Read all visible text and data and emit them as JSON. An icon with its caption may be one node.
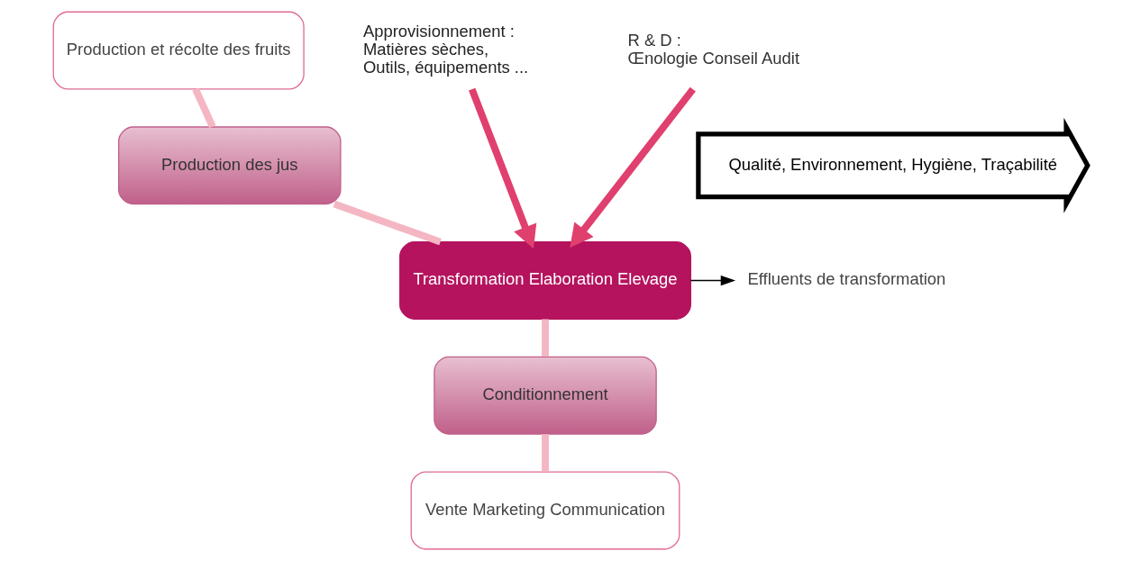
{
  "diagram": {
    "nodes": [
      {
        "text": [
          "Production et récolte des fruits"
        ]
      },
      {
        "text": [
          "Production des jus"
        ]
      },
      {
        "text": [
          "Transformation Elaboration Elevage"
        ]
      },
      {
        "text": [
          "Conditionnement"
        ]
      },
      {
        "text": [
          "Vente Marketing Communication"
        ]
      },
      {
        "text": [
          "Approvisionnement :",
          "Matières sèches,",
          "Outils, équipements ..."
        ]
      },
      {
        "text": [
          "R & D :",
          "Œnologie Conseil Audit"
        ]
      },
      {
        "text": [
          "Effluents de transformation"
        ]
      },
      {
        "text": [
          "Qualité, Environnement, Hygiène, Traçabilité"
        ]
      }
    ],
    "edges": [
      {
        "from": 0,
        "to": 1,
        "arrow": "none",
        "color": "#f4b6c2"
      },
      {
        "from": 1,
        "to": 2,
        "arrow": "none",
        "color": "#f4b6c2"
      },
      {
        "from": 2,
        "to": 3,
        "arrow": "none",
        "color": "#f4b6c2"
      },
      {
        "from": 3,
        "to": 4,
        "arrow": "none",
        "color": "#f4b6c2"
      },
      {
        "from": 5,
        "to": 2,
        "arrow": "to",
        "color": "#e0406e"
      },
      {
        "from": 6,
        "to": 2,
        "arrow": "to",
        "color": "#e0406e"
      },
      {
        "from": 2,
        "to": 7,
        "arrow": "to",
        "color": "#000000"
      }
    ]
  }
}
